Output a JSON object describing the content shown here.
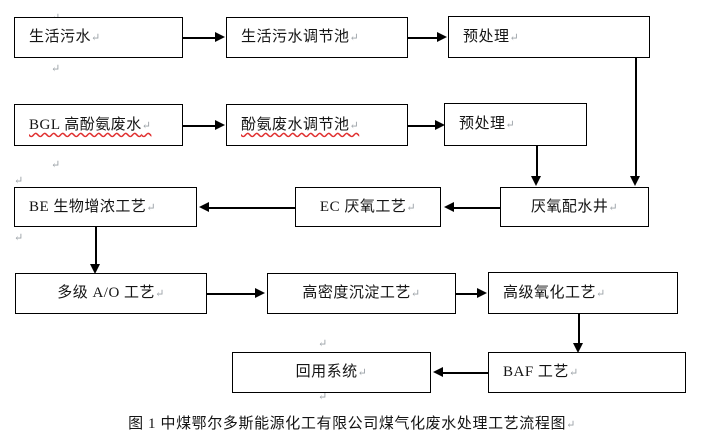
{
  "figure": {
    "caption": "图 1  中煤鄂尔多斯能源化工有限公司煤气化废水处理工艺流程图",
    "caption_mark": "↵",
    "line_color": "#000000",
    "box_fill": "#ffffff",
    "text_color": "#141414",
    "spellcheck_underline_color": "#e03030",
    "pilcrow_color": "#9aa0a6"
  },
  "nodes": [
    {
      "id": "domestic-sewage",
      "label": "生活污水",
      "mark": "↵",
      "spellcheck": false
    },
    {
      "id": "domestic-regulating",
      "label": "生活污水调节池",
      "mark": "↵",
      "spellcheck": false
    },
    {
      "id": "pretreatment-1",
      "label": "预处理",
      "mark": "↵",
      "spellcheck": false
    },
    {
      "id": "bgl-phenol-ammonia",
      "label": "BGL 高酚氨废水",
      "mark": "↵",
      "spellcheck": true
    },
    {
      "id": "phenol-regulating",
      "label": "酚氨废水调节池",
      "mark": "↵",
      "spellcheck": true
    },
    {
      "id": "pretreatment-2",
      "label": "预处理",
      "mark": "↵",
      "spellcheck": false
    },
    {
      "id": "be-bio-thickening",
      "label": "BE 生物增浓工艺",
      "mark": "↵",
      "spellcheck": false
    },
    {
      "id": "ec-anaerobic",
      "label": "EC 厌氧工艺",
      "mark": "↵",
      "spellcheck": false
    },
    {
      "id": "anaerobic-water-well",
      "label": "厌氧配水井",
      "mark": "↵",
      "spellcheck": false
    },
    {
      "id": "multistage-ao",
      "label": "多级 A/O 工艺",
      "mark": "↵",
      "spellcheck": false
    },
    {
      "id": "high-density-settling",
      "label": "高密度沉淀工艺",
      "mark": "↵",
      "spellcheck": false
    },
    {
      "id": "advanced-oxidation",
      "label": "高级氧化工艺",
      "mark": "↵",
      "spellcheck": false
    },
    {
      "id": "baf-process",
      "label": "BAF 工艺",
      "mark": "↵",
      "spellcheck": false
    },
    {
      "id": "reuse-system",
      "label": "回用系统",
      "mark": "↵",
      "spellcheck": false
    }
  ],
  "flow": [
    {
      "from": "domestic-sewage",
      "to": "domestic-regulating",
      "direction": "right"
    },
    {
      "from": "domestic-regulating",
      "to": "pretreatment-1",
      "direction": "right"
    },
    {
      "from": "bgl-phenol-ammonia",
      "to": "phenol-regulating",
      "direction": "right"
    },
    {
      "from": "phenol-regulating",
      "to": "pretreatment-2",
      "direction": "right"
    },
    {
      "from": "pretreatment-1",
      "to": "anaerobic-water-well",
      "direction": "down"
    },
    {
      "from": "pretreatment-2",
      "to": "anaerobic-water-well",
      "direction": "down"
    },
    {
      "from": "anaerobic-water-well",
      "to": "ec-anaerobic",
      "direction": "left"
    },
    {
      "from": "ec-anaerobic",
      "to": "be-bio-thickening",
      "direction": "left"
    },
    {
      "from": "be-bio-thickening",
      "to": "multistage-ao",
      "direction": "down"
    },
    {
      "from": "multistage-ao",
      "to": "high-density-settling",
      "direction": "right"
    },
    {
      "from": "high-density-settling",
      "to": "advanced-oxidation",
      "direction": "right"
    },
    {
      "from": "advanced-oxidation",
      "to": "baf-process",
      "direction": "down"
    },
    {
      "from": "baf-process",
      "to": "reuse-system",
      "direction": "left"
    }
  ],
  "stray_marks": [
    {
      "id": "mark-top-left",
      "glyph": "↵"
    },
    {
      "id": "mark-below-box1",
      "glyph": "↵"
    },
    {
      "id": "mark-row2-below",
      "glyph": "↵"
    },
    {
      "id": "mark-row3-above",
      "glyph": "↵"
    },
    {
      "id": "mark-row3-below",
      "glyph": "↵"
    },
    {
      "id": "mark-above-reuse",
      "glyph": "↵"
    },
    {
      "id": "mark-below-reuse",
      "glyph": "↵"
    }
  ]
}
